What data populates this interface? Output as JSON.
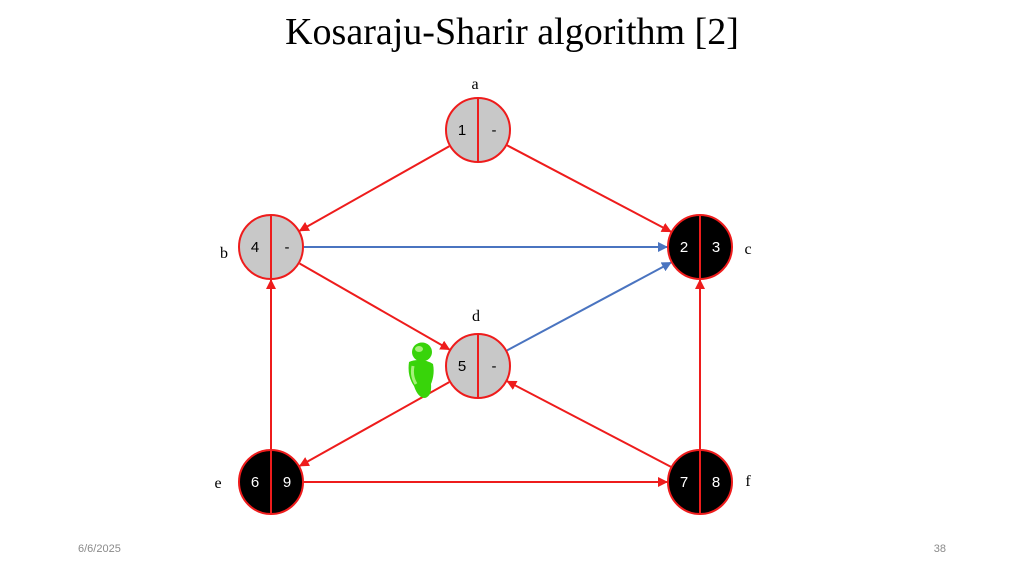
{
  "slide": {
    "title": "Kosaraju-Sharir algorithm [2]",
    "date": "6/6/2025",
    "page_number": "38"
  },
  "colors": {
    "tree_edge": "#ee1c1c",
    "cross_edge": "#4a74c0",
    "node_visited": "#c8c8c8",
    "node_finished": "#000000",
    "node_border": "#ee1c1c",
    "person_icon": "#38d40a"
  },
  "graph": {
    "nodes": [
      {
        "id": "a",
        "label": "a",
        "left": "1",
        "right": "-",
        "state": "visited"
      },
      {
        "id": "b",
        "label": "b",
        "left": "4",
        "right": "-",
        "state": "visited"
      },
      {
        "id": "c",
        "label": "c",
        "left": "2",
        "right": "3",
        "state": "finished"
      },
      {
        "id": "d",
        "label": "d",
        "left": "5",
        "right": "-",
        "state": "visited"
      },
      {
        "id": "e",
        "label": "e",
        "left": "6",
        "right": "9",
        "state": "finished"
      },
      {
        "id": "f",
        "label": "f",
        "left": "7",
        "right": "8",
        "state": "finished"
      }
    ],
    "edges": [
      {
        "from": "a",
        "to": "b",
        "kind": "tree"
      },
      {
        "from": "a",
        "to": "c",
        "kind": "tree"
      },
      {
        "from": "b",
        "to": "c",
        "kind": "cross"
      },
      {
        "from": "b",
        "to": "d",
        "kind": "tree"
      },
      {
        "from": "d",
        "to": "c",
        "kind": "cross"
      },
      {
        "from": "d",
        "to": "e",
        "kind": "tree"
      },
      {
        "from": "e",
        "to": "b",
        "kind": "tree"
      },
      {
        "from": "e",
        "to": "f",
        "kind": "tree"
      },
      {
        "from": "f",
        "to": "c",
        "kind": "tree"
      },
      {
        "from": "f",
        "to": "d",
        "kind": "tree"
      }
    ],
    "current_marker": {
      "node": "d",
      "icon": "person-icon"
    }
  }
}
